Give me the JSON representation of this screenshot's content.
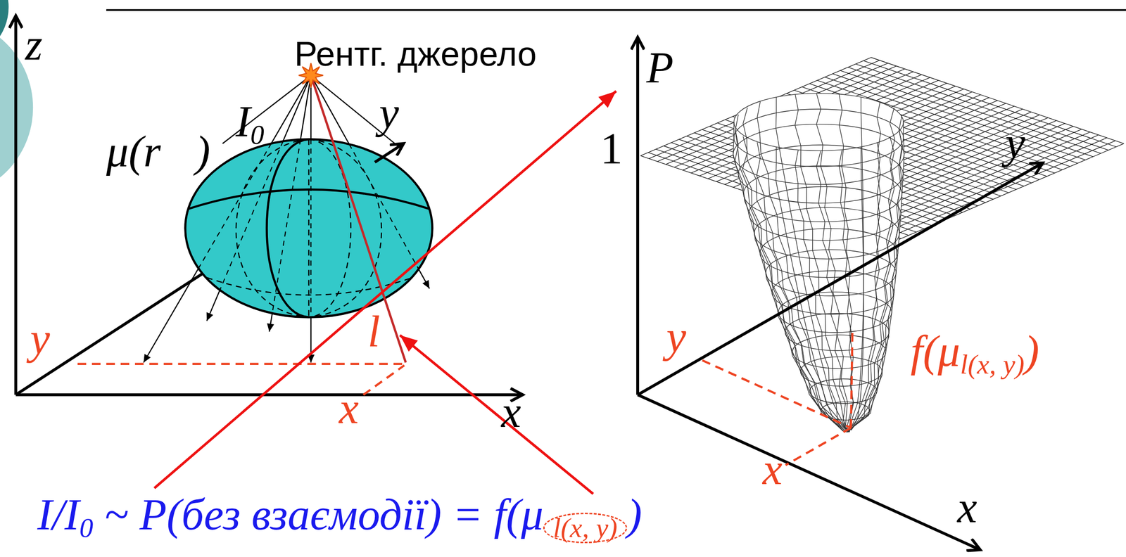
{
  "diagram": {
    "labels": [
      "z",
      "Рентг. джерело",
      "I",
      "0",
      "μ(r⃗)",
      "y",
      "y",
      "x",
      "l",
      "x",
      "P",
      "1",
      "y",
      "y",
      "x",
      "x",
      "f(μ",
      "l(x, y)",
      ")",
      "I/I",
      "0",
      "~ P(без взаємодії) = f(μ",
      "l(x, y)",
      ")"
    ]
  }
}
